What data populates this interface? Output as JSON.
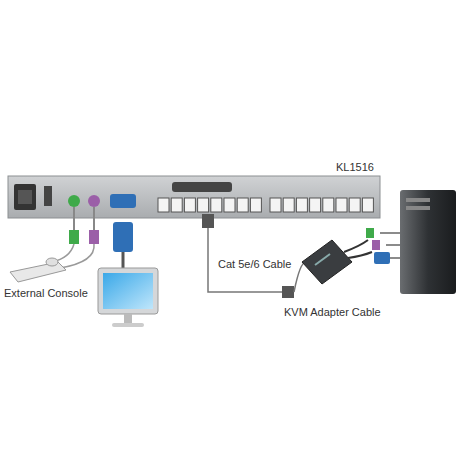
{
  "diagram": {
    "labels": [
      "KL1516",
      "External Console",
      "Cat 5e/6 Cable",
      "KVM Adapter Cable"
    ]
  }
}
